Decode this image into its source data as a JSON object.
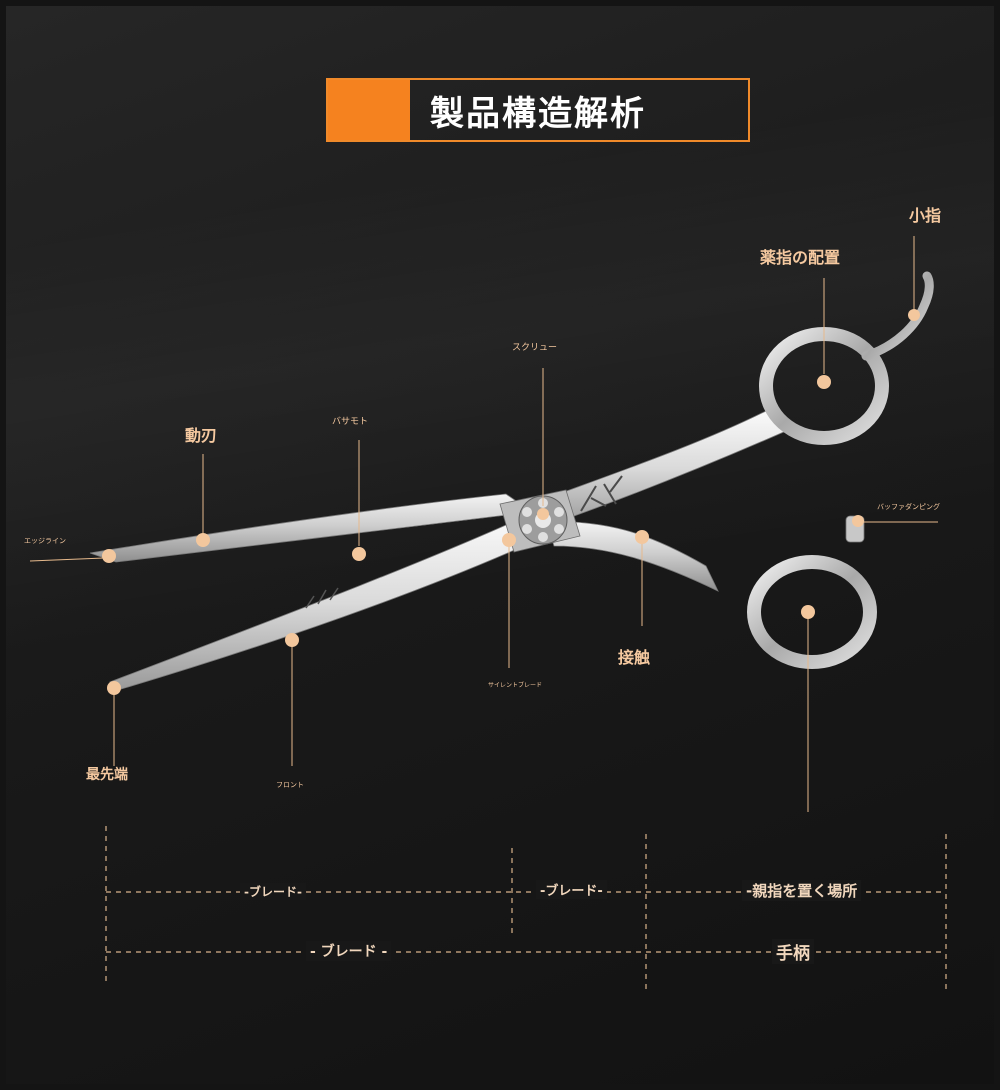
{
  "title": "製品構造解析",
  "labels": {
    "little_finger": "小指",
    "ring_finger": "薬指の配置",
    "screw": "スクリュー",
    "moving_blade": "動刃",
    "pivot": "バサモト",
    "edge_line": "エッジライン",
    "buffer": "バッファダンピング",
    "silent_blade": "サイレントブレード",
    "contact": "接触",
    "tip": "最先端",
    "front": "フロント"
  },
  "dimensions": {
    "blade_left": "-ブレード-",
    "blade_mid": "-ブレード-",
    "thumb_area": "-親指を置く場所",
    "blade_total": "- ブレード -",
    "handle": "手柄"
  },
  "colors": {
    "accent": "#f5821f",
    "dot": "#f3c79d",
    "leader": "#e6b98c",
    "steel_light": "#e9e9e9",
    "steel_dark": "#8c8c8c"
  }
}
